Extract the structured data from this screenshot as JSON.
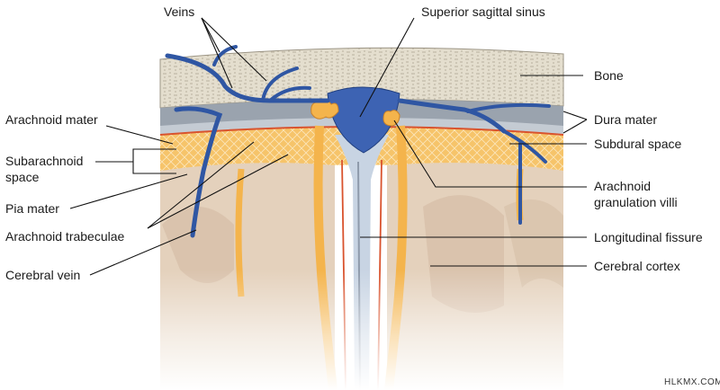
{
  "labels": {
    "veins": "Veins",
    "superior_sagittal_sinus": "Superior sagittal sinus",
    "bone": "Bone",
    "arachnoid_mater": "Arachnoid mater",
    "dura_mater": "Dura mater",
    "subdural_space": "Subdural space",
    "subarachnoid_space_1": "Subarachnoid",
    "subarachnoid_space_2": "space",
    "arachnoid_granulation_1": "Arachnoid",
    "arachnoid_granulation_2": "granulation villi",
    "pia_mater": "Pia mater",
    "arachnoid_trabeculae": "Arachnoid trabeculae",
    "longitudinal_fissure": "Longitudinal fissure",
    "cerebral_cortex": "Cerebral cortex",
    "cerebral_vein": "Cerebral vein"
  },
  "watermark": "HLKMX.COM",
  "colors": {
    "bone": "#e2dccb",
    "bone_texture": "#b9b2a0",
    "dura": "#a5acb6",
    "arachnoid": "#f4b44c",
    "pia": "#d9532e",
    "cortex": "#e6d4c0",
    "vein": "#2f56a3",
    "sinus": "#3f67b8",
    "fissure": "#c5d2e2"
  }
}
